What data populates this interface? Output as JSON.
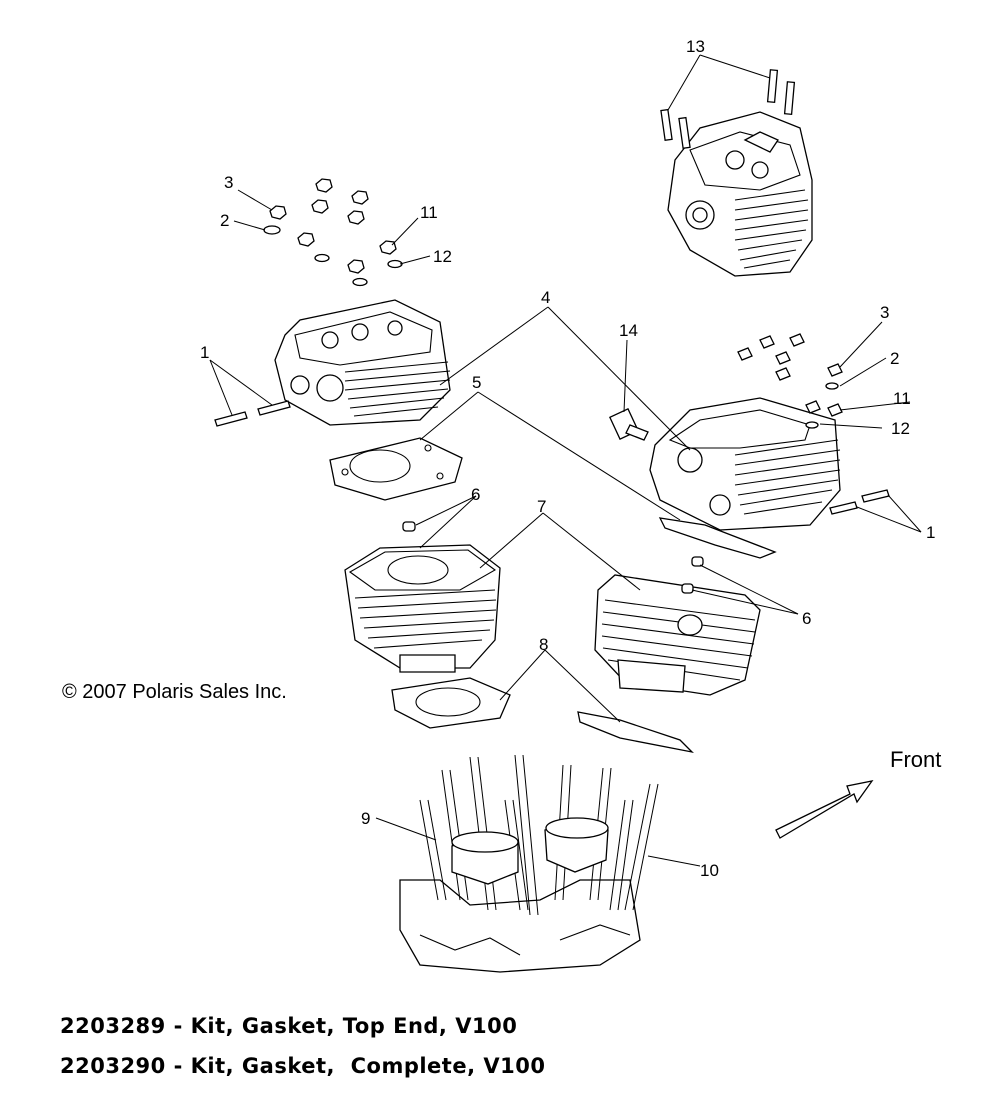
{
  "callouts": {
    "n1_left": "1",
    "n1_right": "1",
    "n2_left": "2",
    "n2_right": "2",
    "n3_left": "3",
    "n3_right": "3",
    "n4": "4",
    "n5": "5",
    "n6_left": "6",
    "n6_right": "6",
    "n7": "7",
    "n8": "8",
    "n9": "9",
    "n10": "10",
    "n11_left": "11",
    "n11_right": "11",
    "n12_left": "12",
    "n12_right": "12",
    "n13": "13",
    "n14": "14"
  },
  "copyright": "© 2007 Polaris Sales Inc.",
  "direction_label": "Front",
  "kits": [
    "2203289 - Kit, Gasket, Top End, V100",
    "2203290 - Kit, Gasket,  Complete, V100"
  ]
}
